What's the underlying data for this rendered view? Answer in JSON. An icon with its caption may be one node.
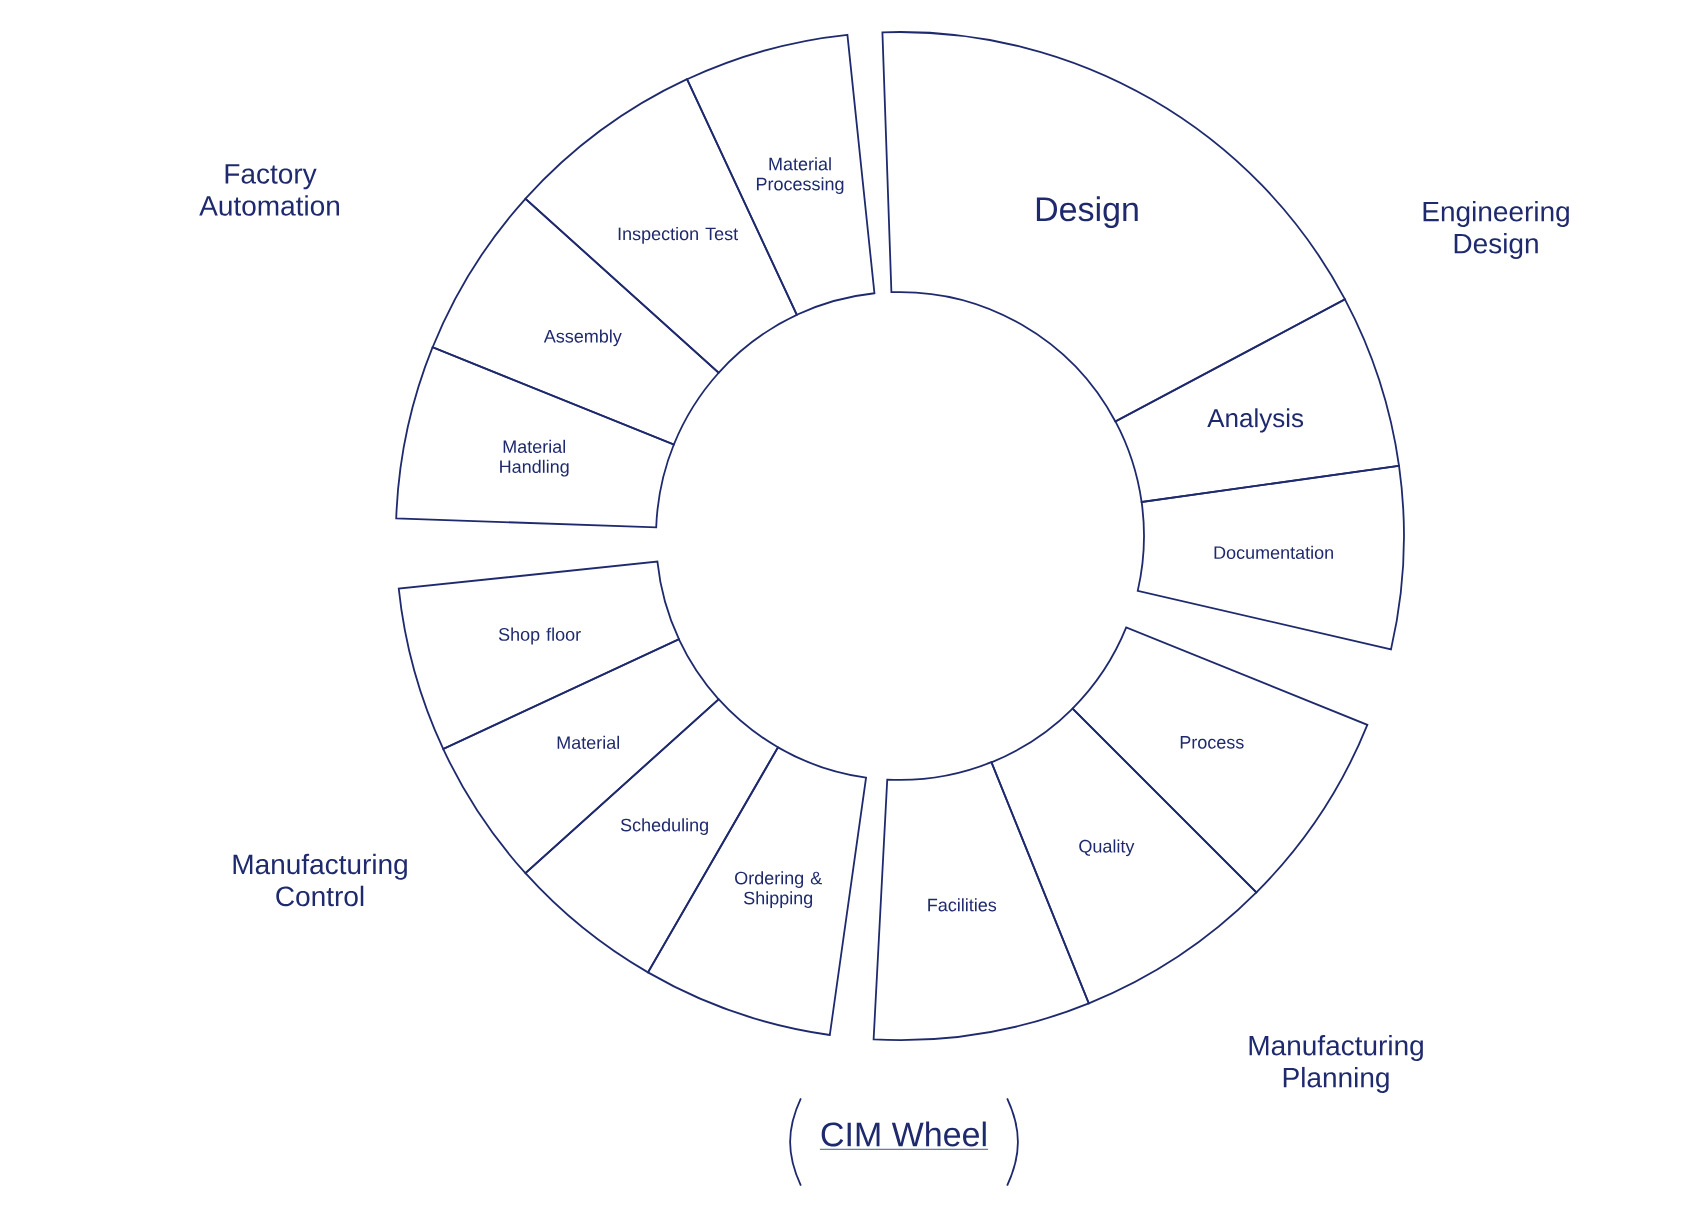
{
  "diagram": {
    "caption": "CIM Wheel",
    "nodes": [
      {
        "text": [
          "Material Processing"
        ]
      },
      {
        "text": [
          "Inspection Test"
        ]
      },
      {
        "text": [
          "Assembly"
        ]
      },
      {
        "text": [
          "Material Handling"
        ]
      },
      {
        "text": [
          "Design"
        ]
      },
      {
        "text": [
          "Analysis"
        ]
      },
      {
        "text": [
          "Documentation"
        ]
      },
      {
        "text": [
          "Shop floor"
        ]
      },
      {
        "text": [
          "Material"
        ]
      },
      {
        "text": [
          "Scheduling"
        ]
      },
      {
        "text": [
          "Ordering & Shipping"
        ]
      },
      {
        "text": [
          "Process"
        ]
      },
      {
        "text": [
          "Quality"
        ]
      },
      {
        "text": [
          "Facilities"
        ]
      }
    ],
    "labels": [
      "Factory Automation",
      "Engineering Design",
      "Manufacturing Control",
      "Manufacturing Planning"
    ]
  }
}
